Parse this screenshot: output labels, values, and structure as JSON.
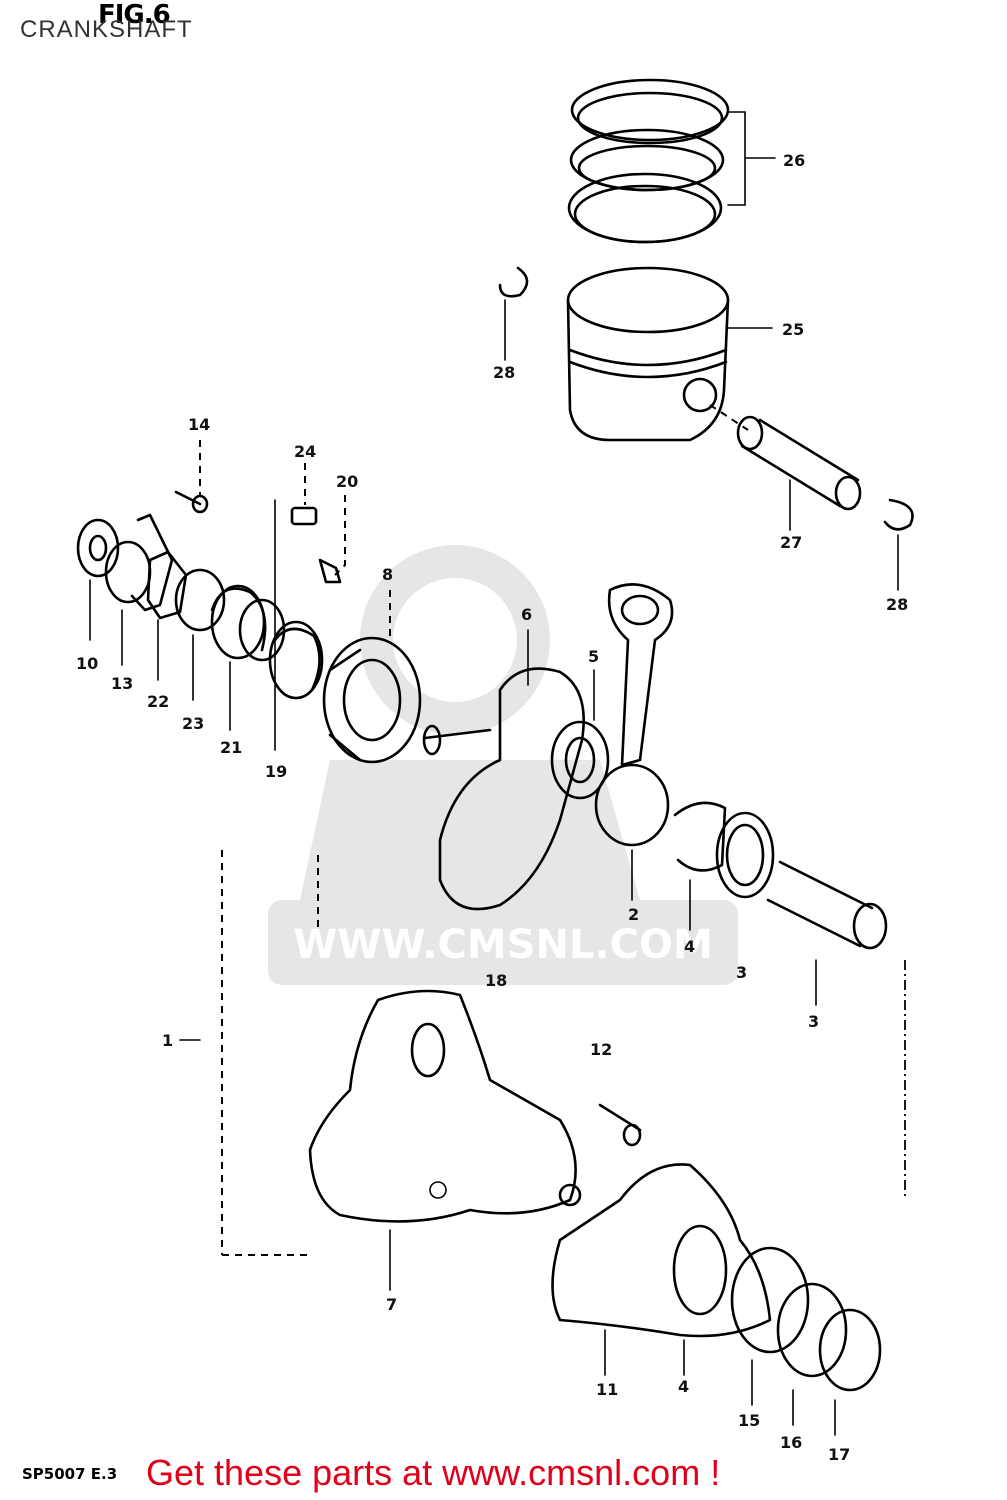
{
  "figure": {
    "title": "FIG.6",
    "label": "CRANKSHAFT",
    "sheet_code": "SP5007 E.3"
  },
  "watermark": {
    "text": "WWW.CMSNL.COM"
  },
  "footer": {
    "cta": "Get these parts at www.cmsnl.com !"
  },
  "callouts": [
    {
      "id": "26",
      "label": "26"
    },
    {
      "id": "25",
      "label": "25"
    },
    {
      "id": "28a",
      "label": "28"
    },
    {
      "id": "27",
      "label": "27"
    },
    {
      "id": "28b",
      "label": "28"
    },
    {
      "id": "14",
      "label": "14"
    },
    {
      "id": "24",
      "label": "24"
    },
    {
      "id": "20",
      "label": "20"
    },
    {
      "id": "8",
      "label": "8"
    },
    {
      "id": "6",
      "label": "6"
    },
    {
      "id": "5",
      "label": "5"
    },
    {
      "id": "10",
      "label": "10"
    },
    {
      "id": "13",
      "label": "13"
    },
    {
      "id": "22",
      "label": "22"
    },
    {
      "id": "23",
      "label": "23"
    },
    {
      "id": "21",
      "label": "21"
    },
    {
      "id": "19",
      "label": "19"
    },
    {
      "id": "2",
      "label": "2"
    },
    {
      "id": "4a",
      "label": "4"
    },
    {
      "id": "3a",
      "label": "3"
    },
    {
      "id": "3b",
      "label": "3"
    },
    {
      "id": "18",
      "label": "18"
    },
    {
      "id": "1",
      "label": "1"
    },
    {
      "id": "12",
      "label": "12"
    },
    {
      "id": "7",
      "label": "7"
    },
    {
      "id": "11",
      "label": "11"
    },
    {
      "id": "4b",
      "label": "4"
    },
    {
      "id": "15",
      "label": "15"
    },
    {
      "id": "16",
      "label": "16"
    },
    {
      "id": "17",
      "label": "17"
    }
  ]
}
